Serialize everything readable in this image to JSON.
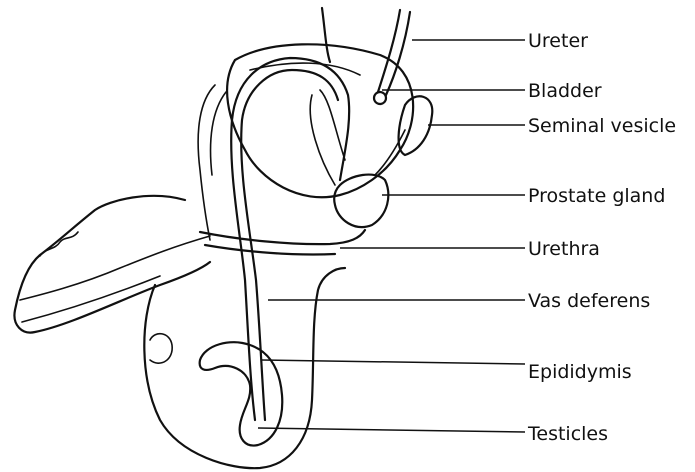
{
  "diagram": {
    "title_fragment": "",
    "labels": {
      "ureter": "Ureter",
      "bladder": "Bladder",
      "seminal_vesicle": "Seminal vesicle",
      "prostate_gland": "Prostate gland",
      "urethra": "Urethra",
      "vas_deferens": "Vas deferens",
      "epididymis": "Epididymis",
      "testicles": "Testicles"
    },
    "colors": {
      "line": "#111111",
      "title": "#1a6fd6",
      "background": "#ffffff"
    }
  }
}
